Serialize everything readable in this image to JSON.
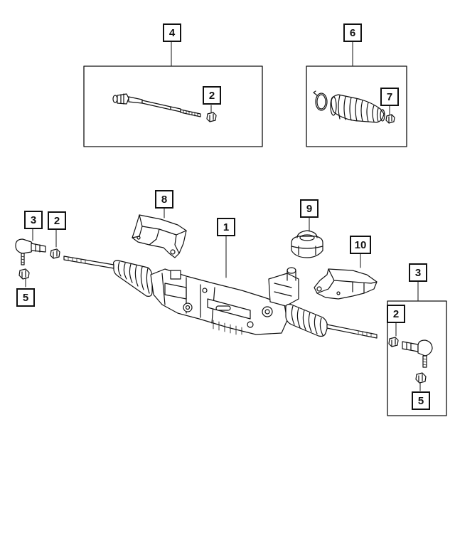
{
  "diagram": {
    "callouts": {
      "c1": "1",
      "c2_top": "2",
      "c2_left": "2",
      "c2_right": "2",
      "c3_left": "3",
      "c3_right": "3",
      "c4": "4",
      "c5_left": "5",
      "c5_right": "5",
      "c6": "6",
      "c7": "7",
      "c8": "8",
      "c9": "9",
      "c10": "10"
    },
    "line_color": "#111111",
    "fill_color": "#ffffff"
  }
}
